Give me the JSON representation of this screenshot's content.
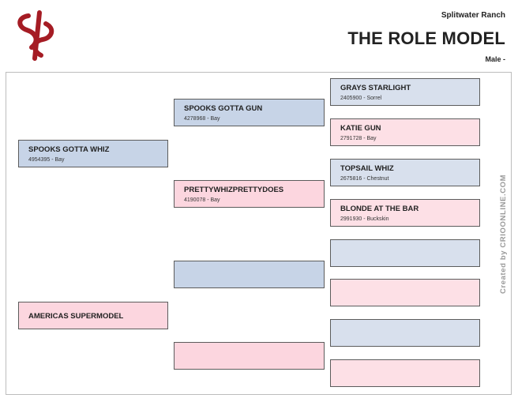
{
  "header": {
    "ranch_name": "Splitwater Ranch",
    "horse_name": "THE ROLE MODEL",
    "sex_line": "Male -",
    "logo_icon": "splitwater-ss-logo",
    "logo_color": "#a51c24"
  },
  "sire": {
    "name": "SPOOKS GOTTA WHIZ",
    "info": "4954395 - Bay"
  },
  "dam": {
    "name": "AMERICAS SUPERMODEL",
    "info": ""
  },
  "sire_sire": {
    "name": "SPOOKS GOTTA GUN",
    "info": "4278968 - Bay"
  },
  "sire_dam": {
    "name": "PRETTYWHIZPRETTYDOES",
    "info": "4190078 - Bay"
  },
  "dam_sire": {
    "name": "",
    "info": ""
  },
  "dam_dam": {
    "name": "",
    "info": ""
  },
  "g3": [
    {
      "name": "GRAYS STARLIGHT",
      "info": "2405900 - Sorrel"
    },
    {
      "name": "KATIE GUN",
      "info": "2791728 - Bay"
    },
    {
      "name": "TOPSAIL WHIZ",
      "info": "2675816 - Chestnut"
    },
    {
      "name": "BLONDE AT THE BAR",
      "info": "2991930 - Buckskin"
    },
    {
      "name": "",
      "info": ""
    },
    {
      "name": "",
      "info": ""
    },
    {
      "name": "",
      "info": ""
    },
    {
      "name": "",
      "info": ""
    }
  ],
  "credit": "Created by CRIOONLINE.COM",
  "colors": {
    "male": "#c7d4e7",
    "female": "#fcd6df"
  }
}
